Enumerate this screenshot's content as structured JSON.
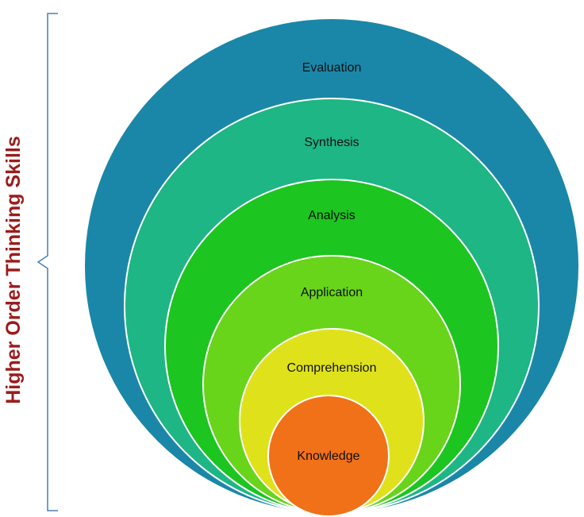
{
  "side_label": "Higher Order Thinking Skills",
  "levels": [
    {
      "label": "Evaluation",
      "color": "#1b87a8"
    },
    {
      "label": "Synthesis",
      "color": "#1db684"
    },
    {
      "label": "Analysis",
      "color": "#1cc51f"
    },
    {
      "label": "Application",
      "color": "#68d41a"
    },
    {
      "label": "Comprehension",
      "color": "#dfe21b"
    },
    {
      "label": "Knowledge",
      "color": "#f17118"
    }
  ],
  "colors": {
    "bracket": "#4a7fb0",
    "ring_border": "#ffffff"
  }
}
